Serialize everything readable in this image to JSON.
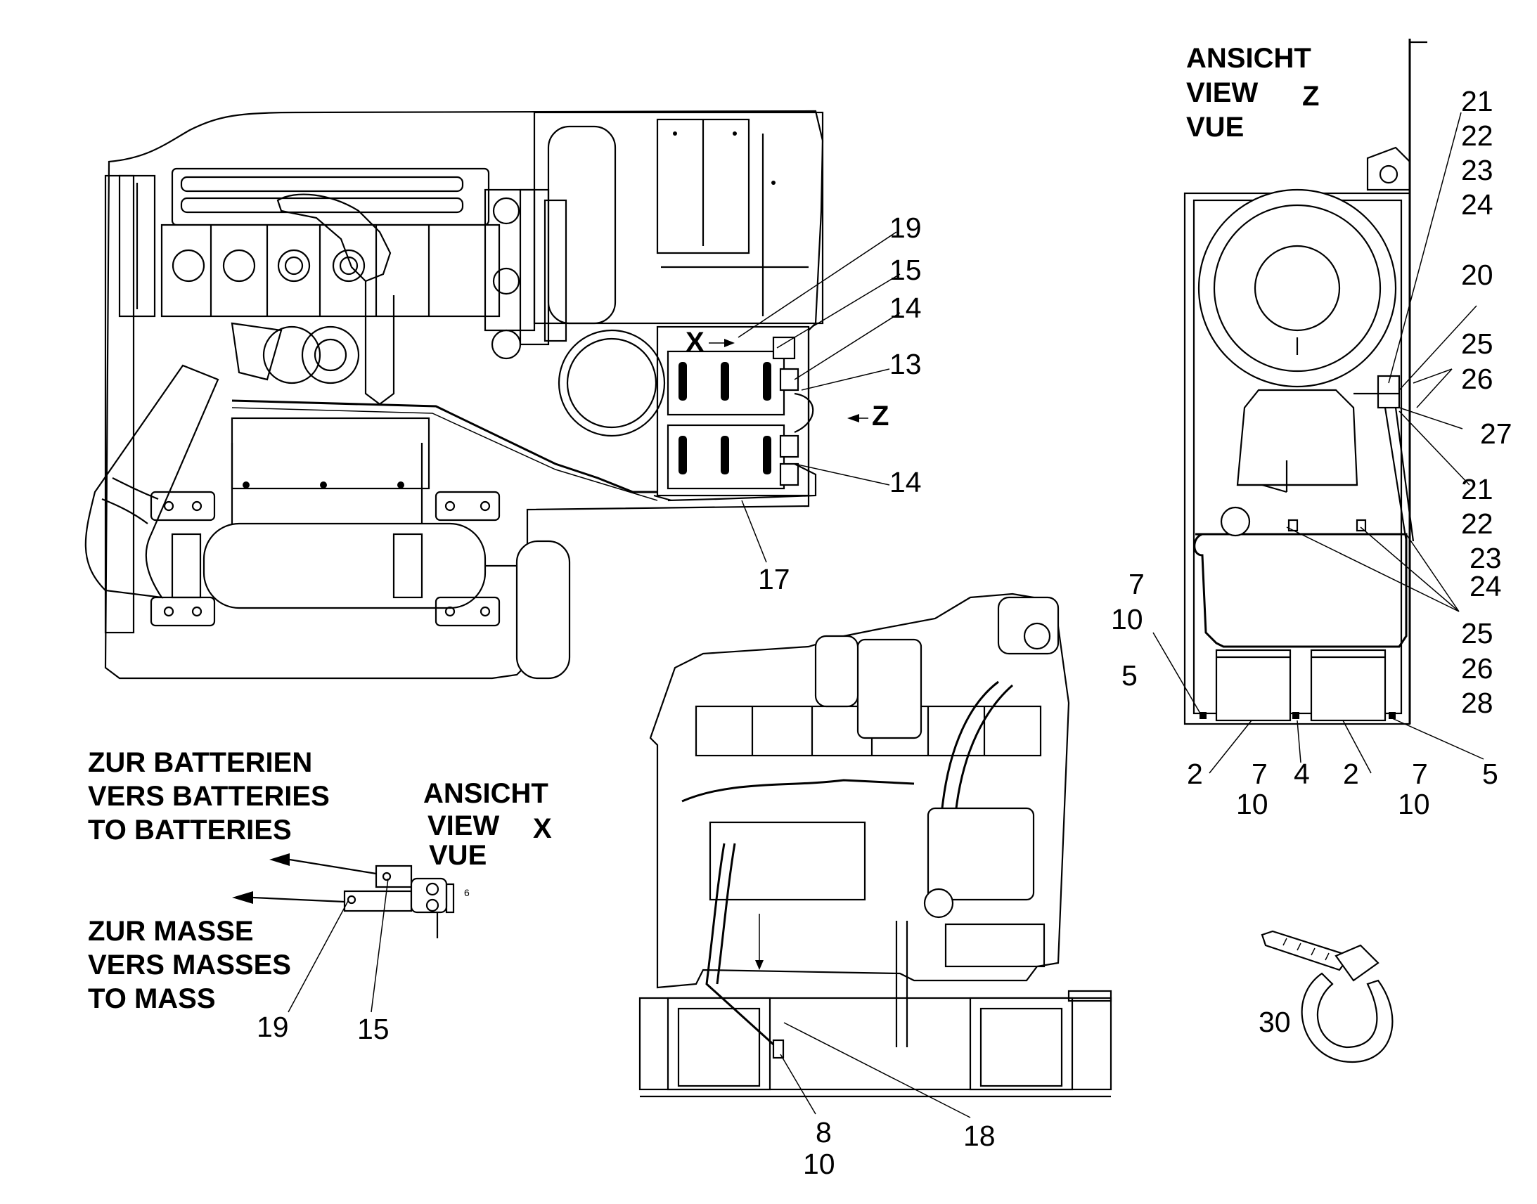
{
  "callouts": {
    "n19_top": "19",
    "n15_top": "15",
    "n14_top": "14",
    "n13": "13",
    "n14_bot": "14",
    "n17": "17",
    "n18": "18",
    "n8": "8",
    "n10_bot": "10",
    "n19_x": "19",
    "n15_x": "15",
    "n21a": "21",
    "n22a": "22",
    "n23a": "23",
    "n24a": "24",
    "n20": "20",
    "n25a": "25",
    "n26a": "26",
    "n27": "27",
    "n21b": "21",
    "n22b": "22",
    "n23b": "23",
    "n24b": "24",
    "n25b": "25",
    "n26b": "26",
    "n28": "28",
    "n7a": "7",
    "n10a": "10",
    "n5a": "5",
    "n2a": "2",
    "n7b": "7",
    "n10b": "10",
    "n4": "4",
    "n2b": "2",
    "n7c": "7",
    "n10c": "10",
    "n5b": "5",
    "n30": "30"
  },
  "markers": {
    "x_marker": "X",
    "z_marker": "Z"
  },
  "view_z": {
    "line1": "ANSICHT",
    "line2": "VIEW",
    "line3": "VUE",
    "letter": "Z"
  },
  "view_x": {
    "line1": "ANSICHT",
    "line2": "VIEW",
    "line3": "VUE",
    "letter": "X"
  },
  "to_batteries": {
    "line1": "ZUR BATTERIEN",
    "line2": "VERS BATTERIES",
    "line3": "TO BATTERIES"
  },
  "to_mass": {
    "line1": "ZUR MASSE",
    "line2": "VERS MASSES",
    "line3": "TO MASS"
  }
}
